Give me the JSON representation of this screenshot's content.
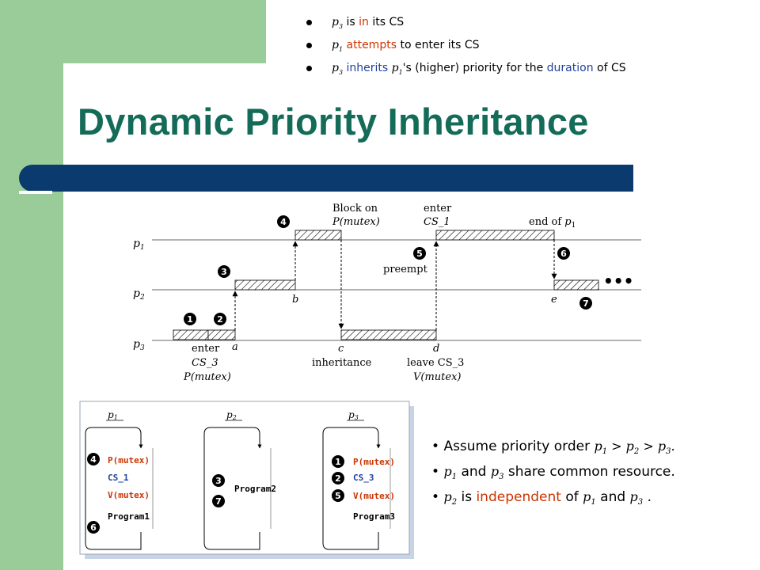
{
  "bullets": [
    {
      "p": "p",
      "sub": "3",
      "t1": " is ",
      "hl": "in",
      "t2": " its CS"
    },
    {
      "p": "p",
      "sub": "1",
      "hl": " attempts",
      "t2": " to enter its CS"
    },
    {
      "p": "p",
      "sub": "3",
      "hl": " inherits ",
      "p2": "p",
      "sub2": "1",
      "t2": "'s (higher) priority for the duration of CS",
      "hl2": "duration"
    }
  ],
  "title": "Dynamic Priority Inheritance",
  "timeline": {
    "processes": [
      "p1",
      "p2",
      "p3"
    ],
    "labels": {
      "block_on": "Block on",
      "p_mutex": "P(mutex)",
      "enter": "enter",
      "cs1": "CS_1",
      "end_of": "end of p1",
      "preempt": "preempt",
      "enter_cs3": "enter",
      "cs3": "CS_3",
      "p_mutex2": "P(mutex)",
      "inheritance": "inheritance",
      "leave": "leave CS_3",
      "v_mutex": "V(mutex)",
      "a": "a",
      "b": "b",
      "c": "c",
      "d": "d",
      "e": "e",
      "ellipsis": "•••"
    },
    "markers": [
      "1",
      "2",
      "3",
      "4",
      "5",
      "6",
      "7"
    ]
  },
  "programs": [
    {
      "name": "p1",
      "lines": [
        "P(mutex)",
        "CS_1",
        "V(mutex)",
        "Program1"
      ]
    },
    {
      "name": "p2",
      "lines": [
        "Program2"
      ]
    },
    {
      "name": "p3",
      "lines": [
        "P(mutex)",
        "CS_3",
        "V(mutex)",
        "Program3"
      ]
    }
  ],
  "notes": {
    "n1_pre": "Assume priority order ",
    "n1_math": "p1 > p2 > p3.",
    "n2_mid": " and ",
    "n2_post": " share common resource.",
    "n3_mid": " is ",
    "n3_hl": "independent",
    "n3_post": " of ",
    "n3_and": " and "
  }
}
